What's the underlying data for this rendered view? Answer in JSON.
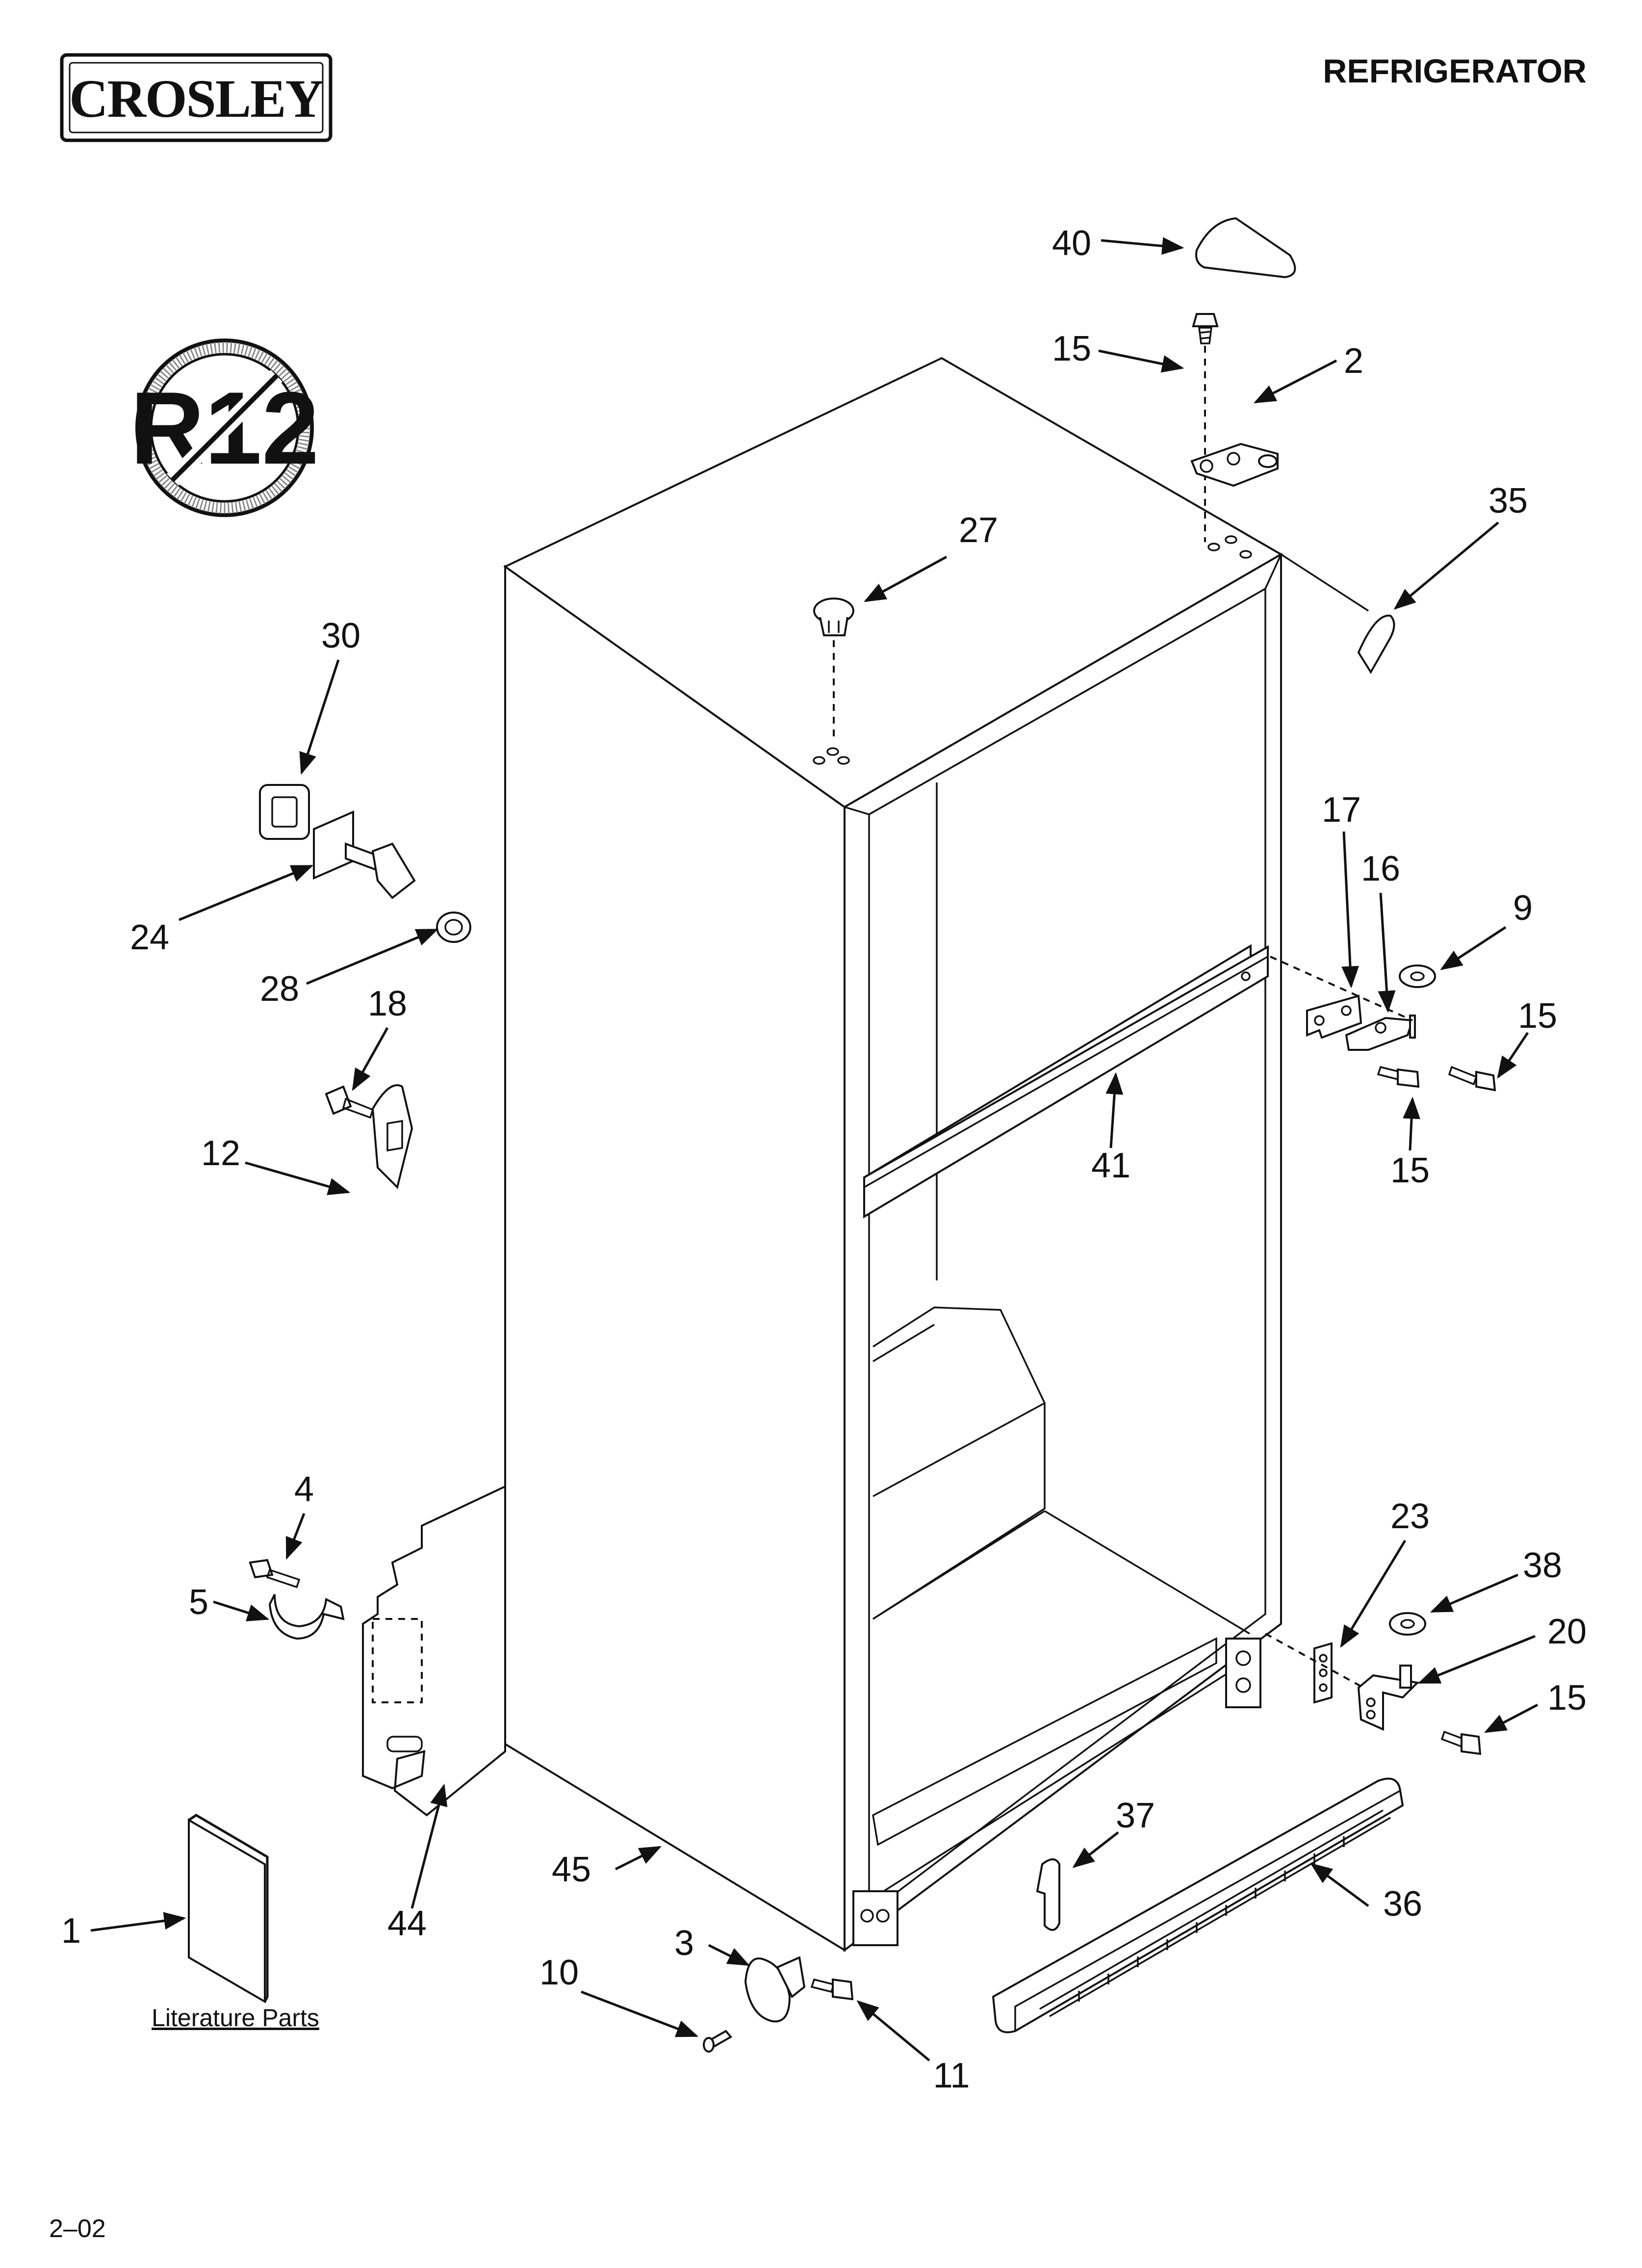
{
  "header": {
    "brand": "CROSLEY",
    "title": "REFRIGERATOR",
    "badge": "R12"
  },
  "footer": {
    "code": "2–02",
    "literature_label": "Literature Parts"
  },
  "callouts": [
    {
      "id": "c40",
      "text": "40"
    },
    {
      "id": "c15a",
      "text": "15"
    },
    {
      "id": "c2",
      "text": "2"
    },
    {
      "id": "c35",
      "text": "35"
    },
    {
      "id": "c27",
      "text": "27"
    },
    {
      "id": "c30",
      "text": "30"
    },
    {
      "id": "c24",
      "text": "24"
    },
    {
      "id": "c28",
      "text": "28"
    },
    {
      "id": "c18",
      "text": "18"
    },
    {
      "id": "c12",
      "text": "12"
    },
    {
      "id": "c17",
      "text": "17"
    },
    {
      "id": "c16",
      "text": "16"
    },
    {
      "id": "c9",
      "text": "9"
    },
    {
      "id": "c15b",
      "text": "15"
    },
    {
      "id": "c15c",
      "text": "15"
    },
    {
      "id": "c41",
      "text": "41"
    },
    {
      "id": "c4",
      "text": "4"
    },
    {
      "id": "c5",
      "text": "5"
    },
    {
      "id": "c23",
      "text": "23"
    },
    {
      "id": "c38",
      "text": "38"
    },
    {
      "id": "c20",
      "text": "20"
    },
    {
      "id": "c15d",
      "text": "15"
    },
    {
      "id": "c37",
      "text": "37"
    },
    {
      "id": "c36",
      "text": "36"
    },
    {
      "id": "c45",
      "text": "45"
    },
    {
      "id": "c44",
      "text": "44"
    },
    {
      "id": "c1",
      "text": "1"
    },
    {
      "id": "c3",
      "text": "3"
    },
    {
      "id": "c10",
      "text": "10"
    },
    {
      "id": "c11",
      "text": "11"
    }
  ]
}
